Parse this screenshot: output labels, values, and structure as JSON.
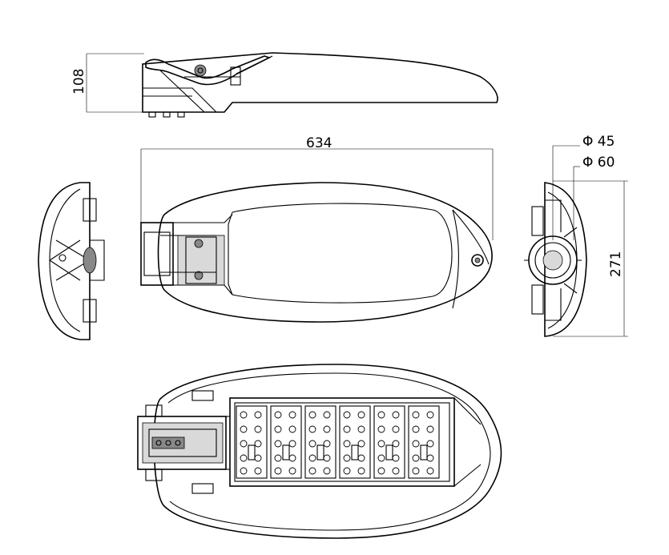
{
  "dimensions": {
    "height": "108",
    "length": "634",
    "width": "271",
    "diameter_small": "Φ 45",
    "diameter_large": "Φ 60"
  },
  "colors": {
    "line": "#000000",
    "fill_light": "#d9d9d9",
    "fill_dark": "#888888"
  }
}
